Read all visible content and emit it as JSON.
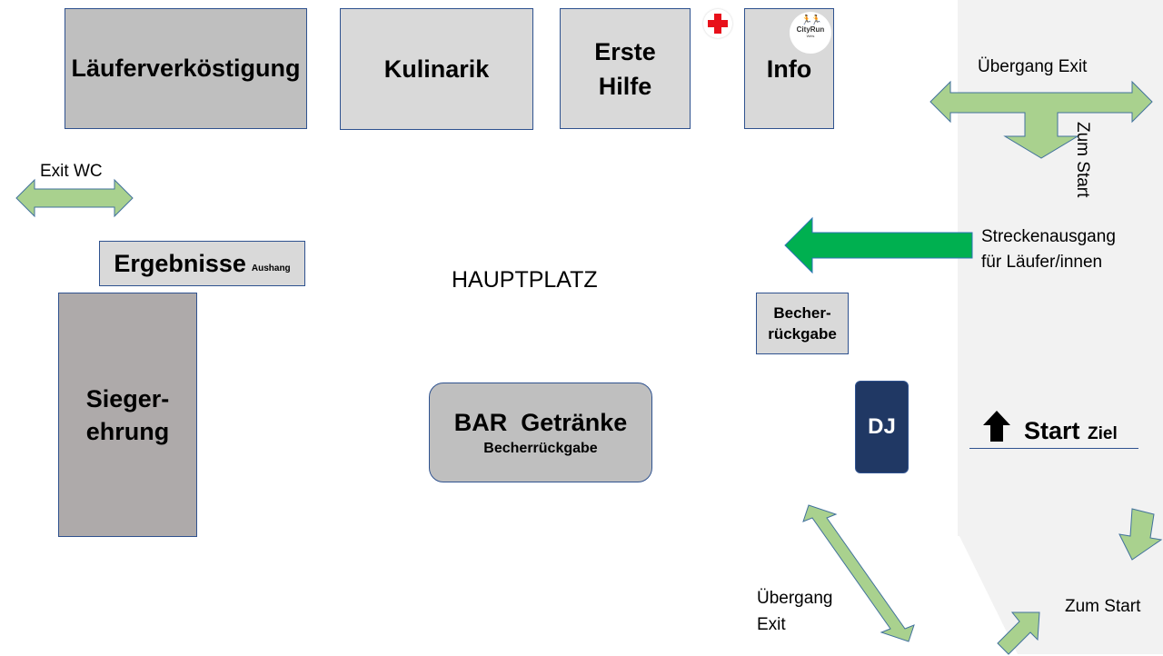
{
  "map": {
    "center_label": "HAUPTPLATZ",
    "colors": {
      "booth_fill": "#d9d9d9",
      "dark_booth_fill": "#bfbfbf",
      "ceremony_fill": "#aeaaaa",
      "border": "#2f528f",
      "dj_fill": "#203864",
      "arrow_light_green": "#a9d18e",
      "arrow_green": "#00b050",
      "road_fill": "#f2f2f2",
      "red_cross": "#e8101a"
    },
    "booths": {
      "runner_catering": "Läuferverköstigung",
      "culinary": "Kulinarik",
      "first_aid_line1": "Erste",
      "first_aid_line2": "Hilfe",
      "info": "Info",
      "results": "Ergebnisse",
      "results_small": "Aushang",
      "ceremony_line1": "Sieger-",
      "ceremony_line2": "ehrung",
      "bar_title": "BAR  Getränke",
      "bar_subtitle": "Becherrückgabe",
      "cup_return_line1": "Becher-",
      "cup_return_line2": "rückgabe",
      "dj": "DJ"
    },
    "logo": {
      "line1": "CityRun",
      "line2": "Wels"
    },
    "labels": {
      "exit_wc": "Exit WC",
      "crossing_exit_top": "Übergang Exit",
      "to_start_vertical": "Zum Start",
      "course_exit_line1": "Streckenausgang",
      "course_exit_line2": "für Läufer/innen",
      "start": "Start",
      "finish": "Ziel",
      "crossing_exit_bottom_line1": "Übergang",
      "crossing_exit_bottom_line2": "Exit",
      "to_start_bottom": "Zum Start"
    }
  }
}
